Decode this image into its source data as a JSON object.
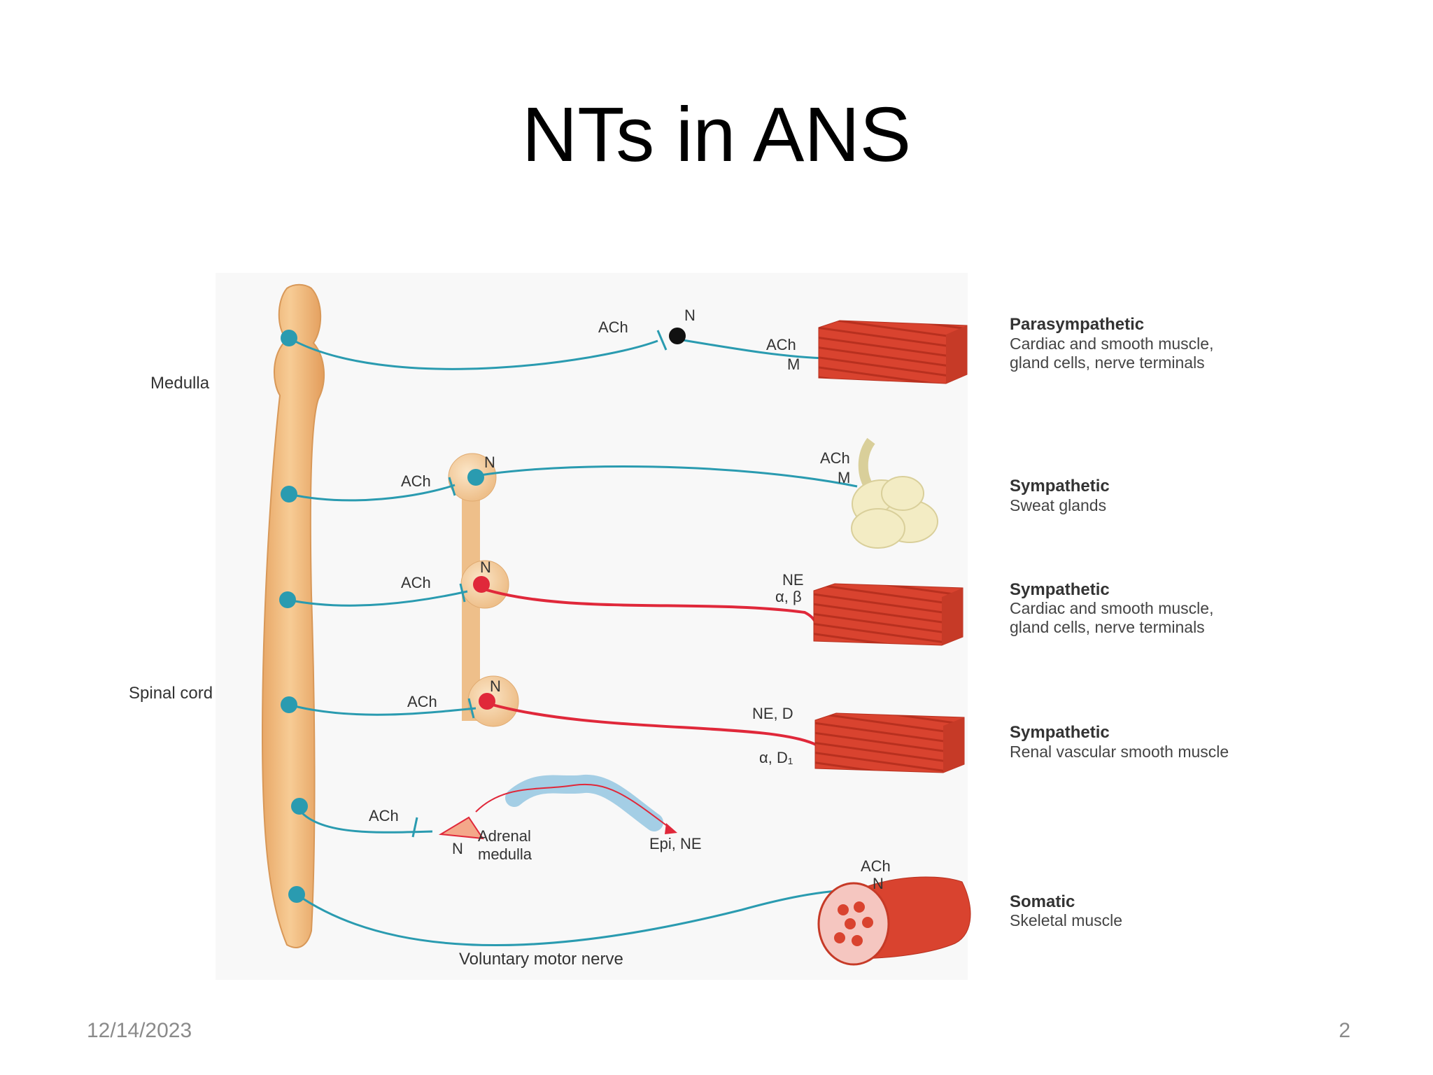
{
  "slide": {
    "title": "NTs in ANS",
    "date": "12/14/2023",
    "page_number": "2"
  },
  "diagram": {
    "region_labels": {
      "medulla": "Medulla",
      "spinal_cord": "Spinal cord",
      "voluntary_motor_nerve": "Voluntary motor nerve"
    },
    "pathways": [
      {
        "heading": "Parasympathetic",
        "lines": [
          "Cardiac and smooth muscle,",
          "gland cells, nerve terminals"
        ],
        "ganglion_transmitter": "ACh",
        "ganglion_receptor": "N",
        "target_transmitter": "ACh",
        "target_receptor": "M"
      },
      {
        "heading": "Sympathetic",
        "lines": [
          "Sweat glands"
        ],
        "ganglion_transmitter": "ACh",
        "ganglion_receptor": "N",
        "target_transmitter": "ACh",
        "target_receptor": "M"
      },
      {
        "heading": "Sympathetic",
        "lines": [
          "Cardiac and smooth muscle,",
          "gland cells, nerve terminals"
        ],
        "ganglion_transmitter": "ACh",
        "ganglion_receptor": "N",
        "target_transmitter": "NE",
        "target_receptor": "α, β"
      },
      {
        "heading": "Sympathetic",
        "lines": [
          "Renal vascular smooth muscle"
        ],
        "ganglion_transmitter": "ACh",
        "ganglion_receptor": "N",
        "target_transmitter": "NE, D",
        "target_receptor": "α, D₁"
      },
      {
        "ganglion_transmitter": "ACh",
        "ganglion_receptor": "N",
        "organ_line1": "Adrenal",
        "organ_line2": "medulla",
        "release": "Epi, NE"
      },
      {
        "heading": "Somatic",
        "lines": [
          "Skeletal muscle"
        ],
        "target_transmitter": "ACh",
        "target_receptor": "N"
      }
    ]
  },
  "colors": {
    "cholinergic_fiber": "#2a9bb0",
    "adrenergic_fiber": "#e0283a",
    "spinal_cord": "#f2be84",
    "muscle": "#d9432f",
    "gland": "#f3ecc4"
  }
}
